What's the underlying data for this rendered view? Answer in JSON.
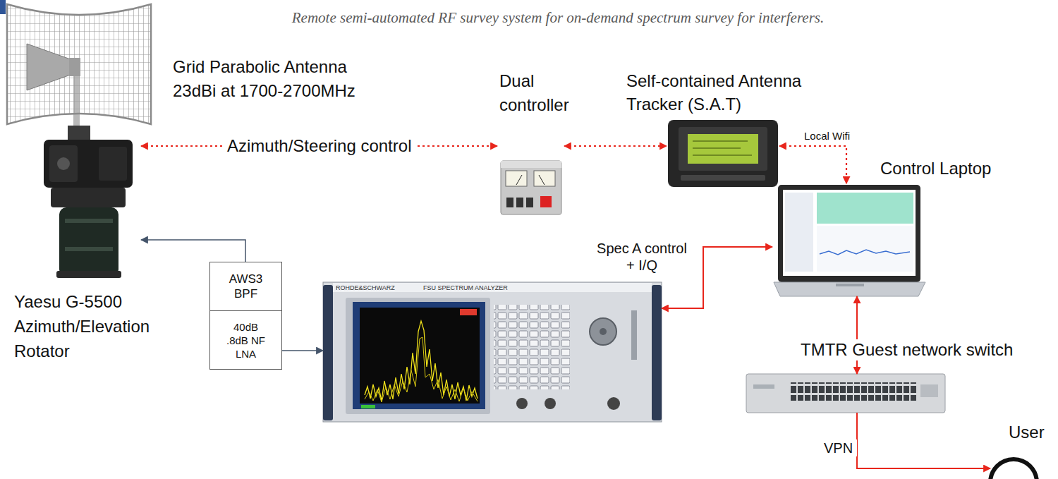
{
  "diagram": {
    "caption": "Remote semi-automated RF survey system for on-demand spectrum survey for interferers.",
    "nodes": [
      {
        "text": [
          "Grid Parabolic Antenna 23dBi at 1700-2700MHz"
        ]
      },
      {
        "text": [
          "Yaesu G-5500 Azimuth/Elevation Rotator"
        ]
      },
      {
        "text": [
          "Dual controller"
        ]
      },
      {
        "text": [
          "Self-contained Antenna Tracker (S.A.T)"
        ]
      },
      {
        "text": [
          "Control Laptop"
        ]
      },
      {
        "text": [
          "AWS3 BPF"
        ]
      },
      {
        "text": [
          "40dB .8dB NF LNA"
        ]
      },
      {
        "text": [
          "ROHDE&SCHWARZ",
          "FSU SPECTRUM ANALYZER"
        ]
      },
      {
        "text": [
          "TMTR Guest network switch"
        ]
      },
      {
        "text": [
          "User"
        ]
      }
    ],
    "edges": [
      {
        "from": 1,
        "to": 2,
        "arrow": "both",
        "label": "Azimuth/Steering control"
      },
      {
        "from": 2,
        "to": 3,
        "arrow": "both"
      },
      {
        "from": 3,
        "to": 4,
        "arrow": "both",
        "label": "Local Wifi"
      },
      {
        "from": 5,
        "to": 1,
        "arrow": "to"
      },
      {
        "from": 6,
        "to": 7,
        "arrow": "to"
      },
      {
        "from": 7,
        "to": 4,
        "arrow": "both",
        "label": "Spec A control + I/Q"
      },
      {
        "from": 4,
        "to": 8,
        "arrow": "both"
      },
      {
        "from": 8,
        "to": 9,
        "arrow": "to",
        "label": "VPN"
      }
    ]
  }
}
